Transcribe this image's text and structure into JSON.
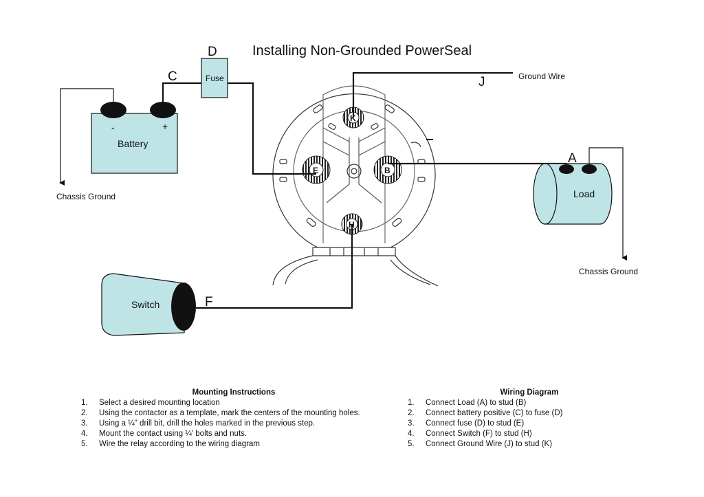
{
  "title": "Installing Non-Grounded PowerSeal",
  "components": {
    "battery": {
      "label": "Battery",
      "minus": "-",
      "plus": "+"
    },
    "fuse": {
      "label": "Fuse"
    },
    "load": {
      "label": "Load"
    },
    "switch": {
      "label": "Switch"
    }
  },
  "grounds": {
    "battery_ground": "Chassis Ground",
    "load_ground": "Chassis Ground",
    "ground_wire": "Ground Wire"
  },
  "wire_letters": {
    "A": "A",
    "C": "C",
    "D": "D",
    "F": "F",
    "J": "J"
  },
  "studs": {
    "K": "K",
    "E": "E",
    "B": "B",
    "H": "H"
  },
  "colors": {
    "component_fill": "#bfe4e6",
    "stroke": "#111111",
    "terminal": "#111111"
  },
  "mounting": {
    "heading": "Mounting Instructions",
    "steps": [
      {
        "num": "1.",
        "text": "Select a desired mounting location"
      },
      {
        "num": "2.",
        "text": "Using the contactor as a template, mark the centers of the mounting holes."
      },
      {
        "num": "3.",
        "text": "Using a ¼\" drill bit, drill the holes marked in the previous step."
      },
      {
        "num": "4.",
        "text": "Mount the contact using ¼' bolts and nuts."
      },
      {
        "num": "5.",
        "text": "Wire the relay according to the wiring diagram"
      }
    ]
  },
  "wiring": {
    "heading": "Wiring Diagram",
    "steps": [
      {
        "num": "1.",
        "text": "Connect Load (A) to stud (B)"
      },
      {
        "num": "2.",
        "text": "Connect battery positive (C) to fuse (D)"
      },
      {
        "num": "3.",
        "text": "Connect fuse (D) to stud (E)"
      },
      {
        "num": "4.",
        "text": "Connect Switch (F) to stud (H)"
      },
      {
        "num": "5.",
        "text": "Connect Ground Wire (J) to stud (K)"
      }
    ]
  }
}
